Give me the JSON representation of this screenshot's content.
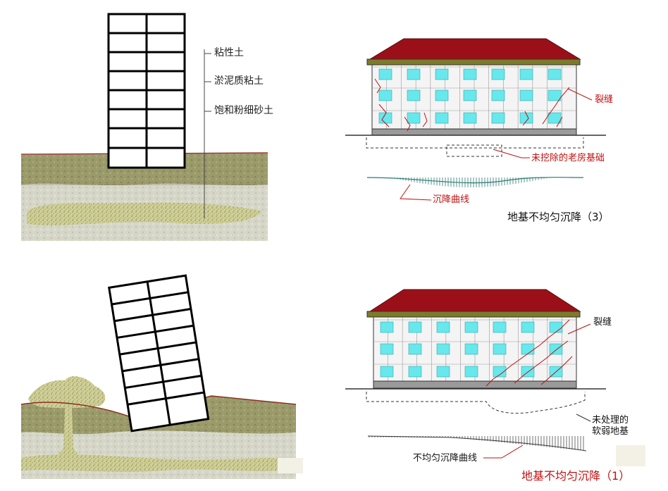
{
  "panel_tl": {
    "soil_labels": [
      "粘性土",
      "淤泥质粘土",
      "饱和粉细砂土"
    ]
  },
  "panel_tr": {
    "crack_label": "裂缝",
    "old_foundation_label": "未挖除的老房基础",
    "curve_label": "沉降曲线",
    "title": "地基不均匀沉降（3）"
  },
  "panel_br": {
    "crack_label": "裂缝",
    "soft_ground_label_1": "未处理的",
    "soft_ground_label_2": "软弱地基",
    "curve_label": "不均匀沉降曲线",
    "title_main": "地基不均匀沉降",
    "title_num": "（1）"
  },
  "colors": {
    "roof": "#9b1018",
    "roof_edge": "#6b0a10",
    "window": "#66e8ec",
    "crack": "#c01010",
    "soil_top": "#8f8f5c",
    "soil_mid": "#b9b98f",
    "soil_low": "#d8d8c6",
    "sand": "#c9c47a"
  }
}
